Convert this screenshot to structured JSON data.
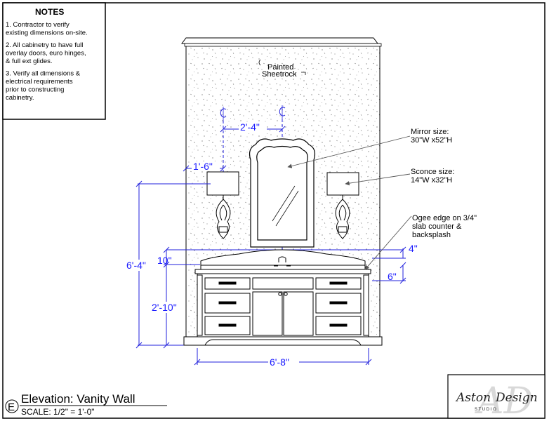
{
  "notes": {
    "title": "NOTES",
    "lines": [
      "1. Contractor to verify",
      "existing dimensions on-site.",
      "",
      "2. All cabinetry to have full",
      "overlay doors, euro hinges,",
      "& full ext glides.",
      "",
      "3. Verify all dimensions &",
      "electrical requirements",
      "prior to constructing",
      "cabinetry."
    ]
  },
  "labels": {
    "wall_1": "Painted",
    "wall_2": "Sheetrock",
    "mirror_1": "Mirror size:",
    "mirror_2": "30\"W x52\"H",
    "sconce_1": "Sconce size:",
    "sconce_2": "14\"W x32\"H",
    "ogee_1": "Ogee edge on 3/4\"",
    "ogee_2": "slab counter &",
    "ogee_3": "backsplash"
  },
  "dimensions": {
    "center_to_center": "2'-4\"",
    "sconce_offset": "1'-6\"",
    "sconce_height": "6'-4\"",
    "counter_height": "2'-10\"",
    "backsplash_height": "10\"",
    "right_upper": "4\"",
    "right_lower": "6\"",
    "vanity_width": "6'-8\""
  },
  "title_block": {
    "marker": "E",
    "title": "Elevation: Vanity Wall",
    "scale": "SCALE: 1/2\" = 1'-0\""
  },
  "logo": {
    "text_1": "Aston",
    "text_2": "Design",
    "sub": "S T U D I O",
    "monogram": "AD"
  }
}
